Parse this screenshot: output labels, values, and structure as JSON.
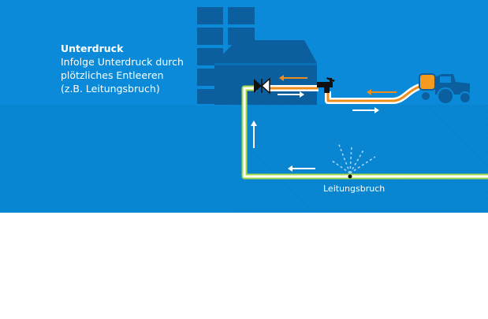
{
  "caption": {
    "title": "Unterdruck",
    "lines": [
      "Infolge Unterdruck durch",
      "plötzliches Entleeren",
      "(z.B. Leitungsbruch)"
    ]
  },
  "labels": {
    "break": "Leitungsbruch"
  },
  "colors": {
    "background": "#0a8ad8",
    "building": "#0b5f9e",
    "pipe_outer": "#a8d84a",
    "pipe_inner": "#ffffff",
    "flow_out": "#f08c1a",
    "flow_in": "#ffffff",
    "tank": "#f49a1e"
  },
  "icons": {
    "valve": "check-valve-icon",
    "tap": "water-tap-icon",
    "tractor": "tractor-icon",
    "spray": "water-spray-icon"
  }
}
